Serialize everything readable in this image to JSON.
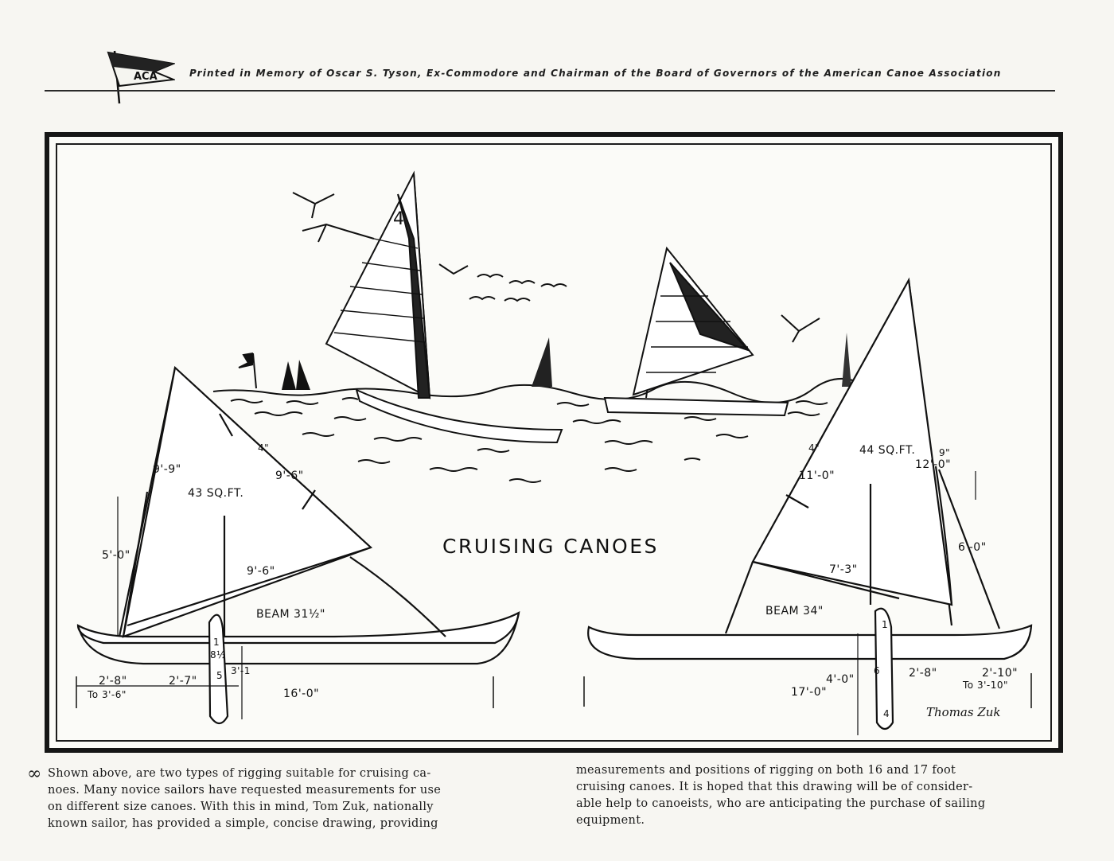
{
  "header": {
    "flag_text": "ACA",
    "memorial": "Printed in Memory of Oscar S. Tyson, Ex-Commodore and Chairman of the Board of Governors of the American Canoe Association"
  },
  "drawing": {
    "title": "CRUISING CANOES",
    "sail_number": "4",
    "left_canoe": {
      "area": "43 SQ.FT.",
      "beam": "BEAM 31½\"",
      "mast_height": "9'-9\"",
      "luff": "5'-0\"",
      "gaff": "9'-6\"",
      "gaff_top": "9'-6\"",
      "batten": "4\"",
      "boom": "9'-6\"",
      "dim_bow": "2'-8\"",
      "dim_bow_range": "To 3'-6\"",
      "dim_board": "2'-7\"",
      "board_a": "1",
      "board_b": "8½",
      "board_c": "5",
      "board_d": "3'-1",
      "length": "16'-0\""
    },
    "right_canoe": {
      "area": "44 SQ.FT.",
      "top": "4\"",
      "luff": "11'-0\"",
      "mast_height": "12'-0\"",
      "jib": "6'-0\"",
      "top_right": "9\"",
      "boom": "7'-3\"",
      "beam": "BEAM 34\"",
      "length": "17'-0\"",
      "board_depth": "4'-0\"",
      "board_a": "6",
      "board_b": "4",
      "board_c": "1",
      "dim_stern": "2'-8\"",
      "dim_stern2": "2'-10\"",
      "dim_stern2_range": "To 3'-10\""
    },
    "signature": "Thomas Zuk"
  },
  "body": {
    "left_lines": [
      "Shown above, are two types of rigging suitable for cruising ca-",
      "noes. Many novice sailors have requested measurements for use",
      "on different size canoes. With this in mind, Tom Zuk, nationally",
      "known sailor, has provided a simple, concise drawing, providing"
    ],
    "right_lines": [
      "measurements and positions of rigging on both 16 and 17 foot",
      "cruising canoes. It is hoped that this drawing will be of consider-",
      "able help to canoeists, who are anticipating the purchase of sailing",
      "equipment."
    ]
  }
}
